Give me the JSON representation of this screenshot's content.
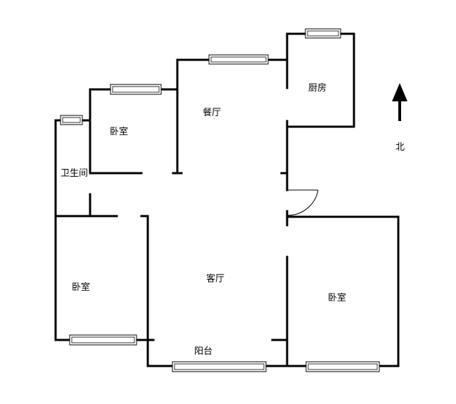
{
  "rooms": {
    "bedroom_top": "卧室",
    "bathroom": "卫生间",
    "dining": "餐厅",
    "kitchen": "厨房",
    "bedroom_left": "卧室",
    "living": "客厅",
    "bedroom_right": "卧室",
    "balcony": "阳台"
  },
  "compass": {
    "north_label": "北"
  }
}
